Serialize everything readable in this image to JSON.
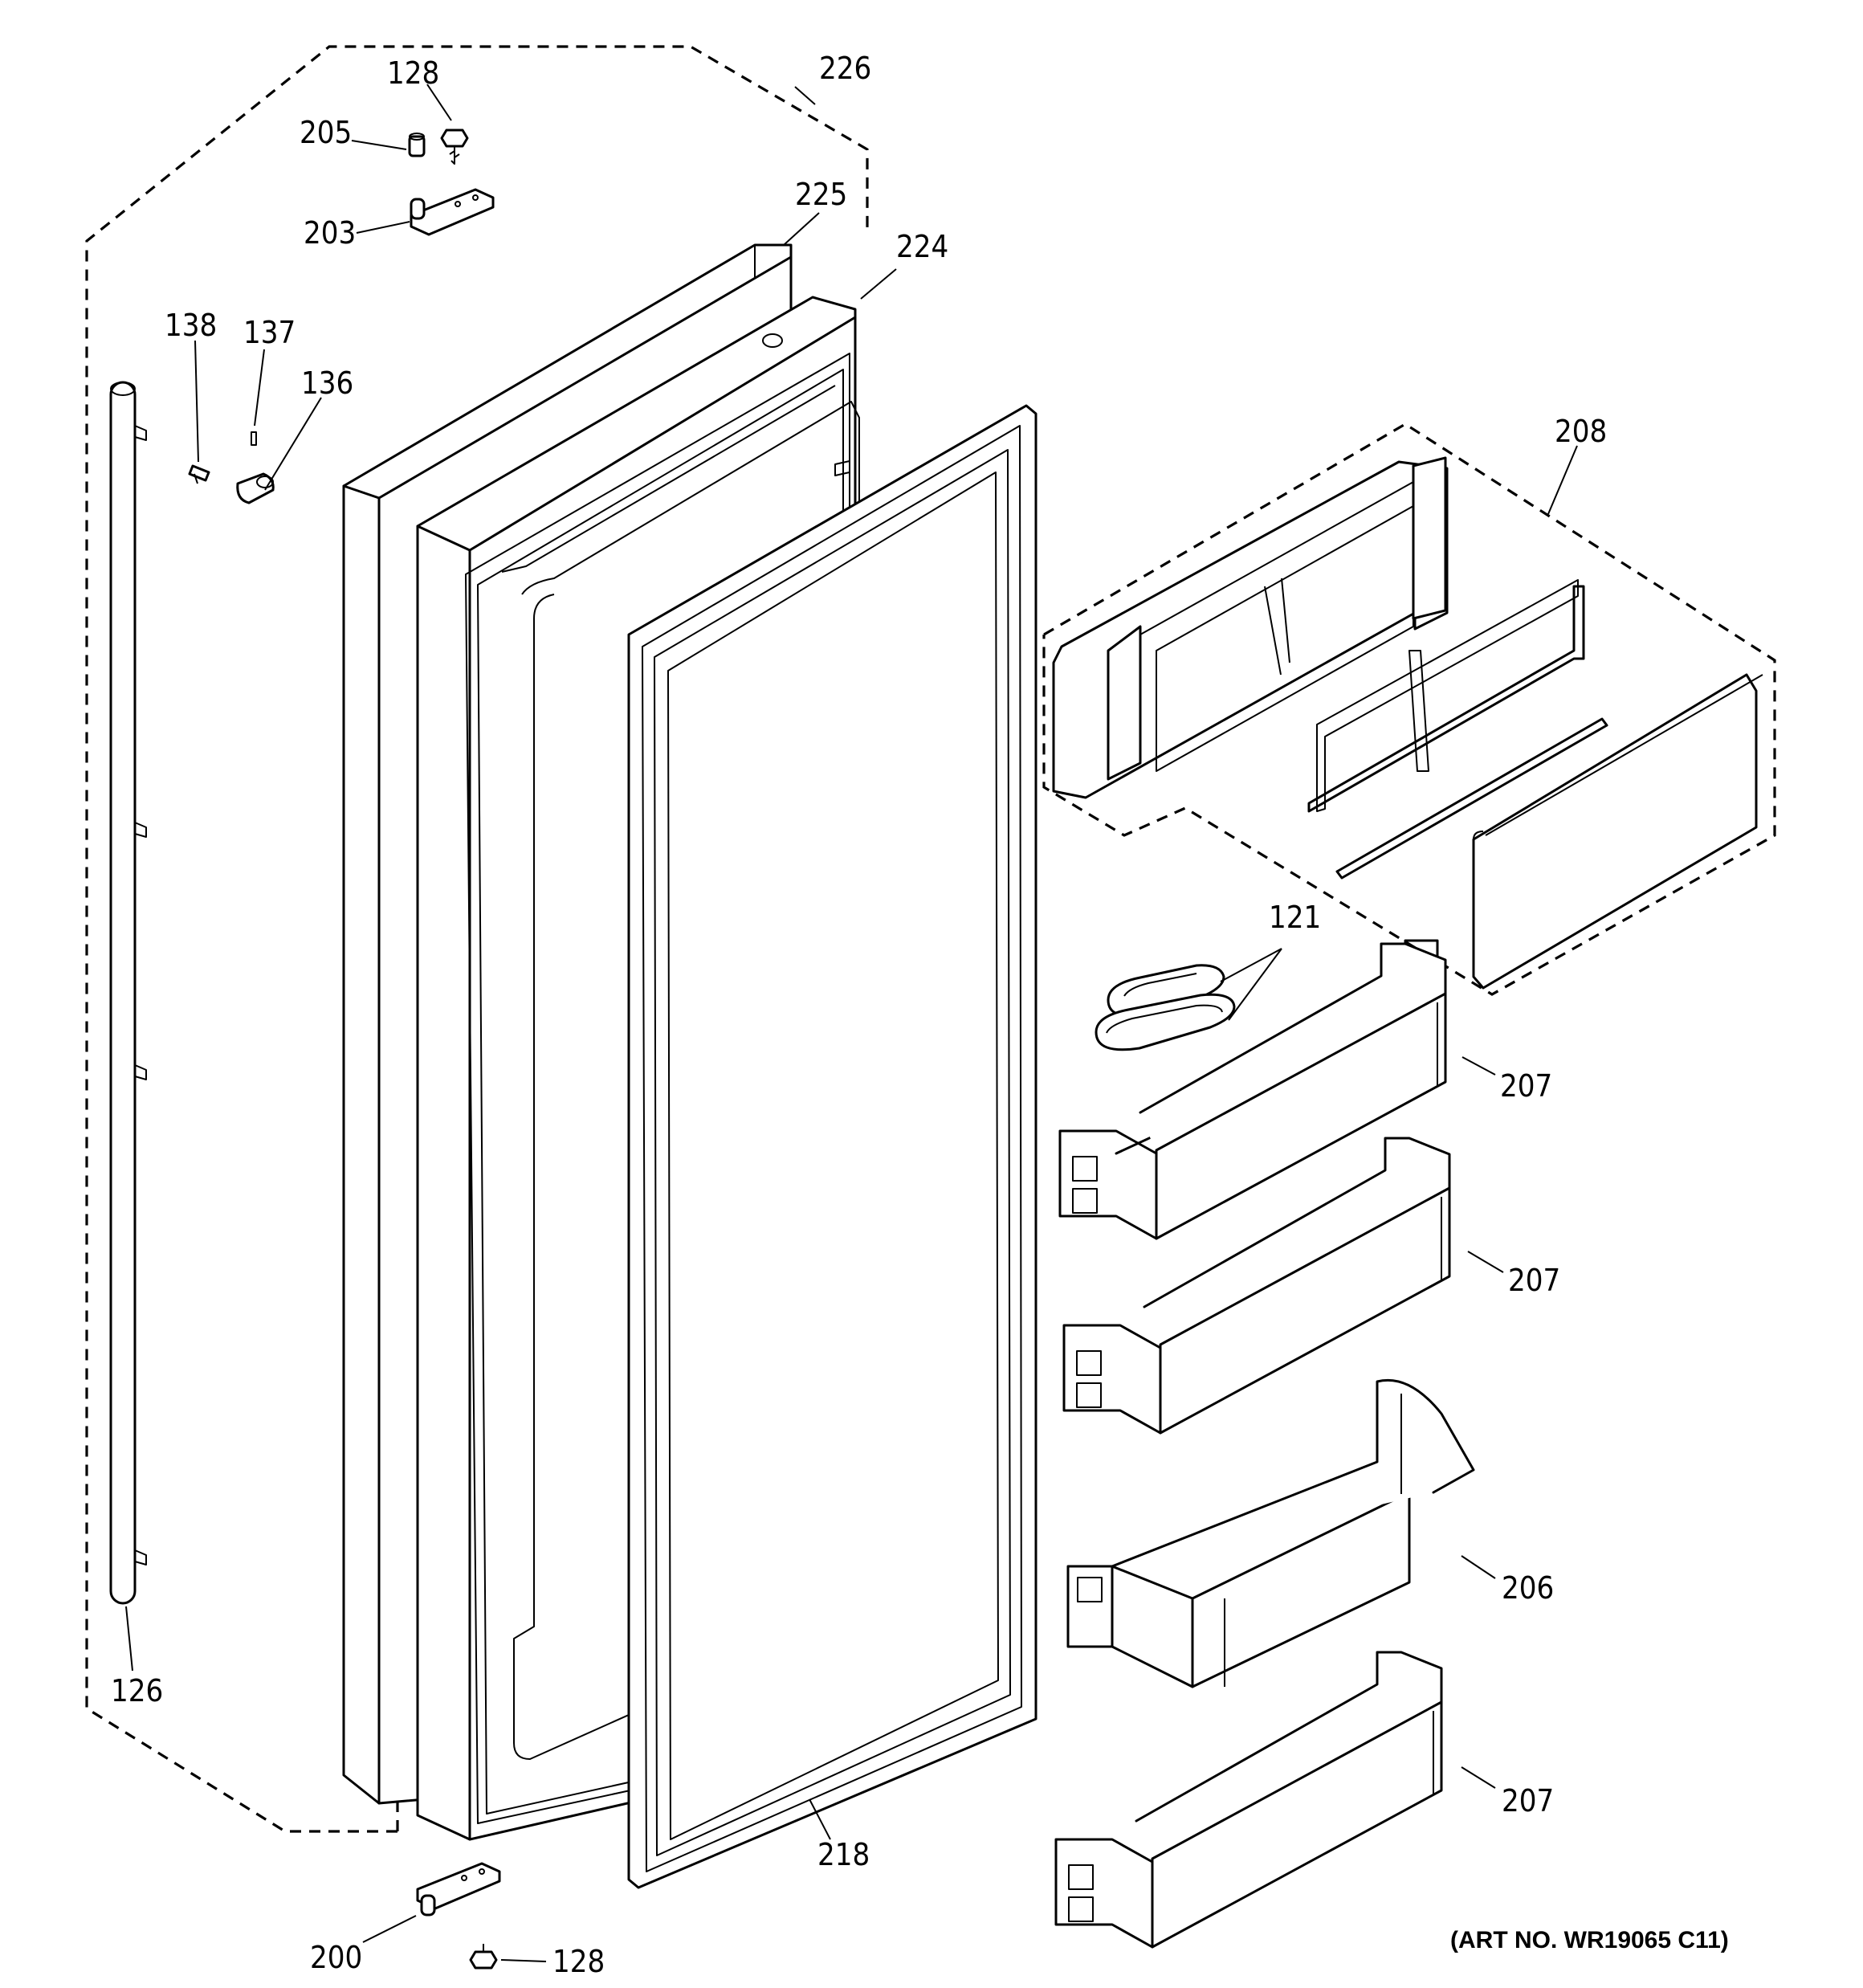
{
  "diagram": {
    "callouts": {
      "c226": "226",
      "c128_top": "128",
      "c205": "205",
      "c225": "225",
      "c203": "203",
      "c224": "224",
      "c138": "138",
      "c137": "137",
      "c136": "136",
      "c208": "208",
      "c121": "121",
      "c207_a": "207",
      "c207_b": "207",
      "c206": "206",
      "c207_c": "207",
      "c126": "126",
      "c218": "218",
      "c200": "200",
      "c128_bottom": "128"
    },
    "art_number": "(ART NO. WR19065 C11)"
  }
}
